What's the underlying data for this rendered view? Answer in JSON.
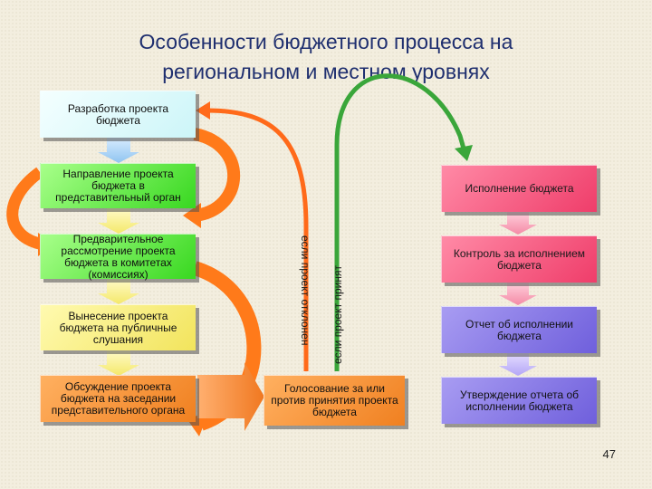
{
  "title_line1": "Особенности бюджетного процесса на",
  "title_line2": "региональном и местном уровнях",
  "left_steps": [
    "Разработка проекта бюджета",
    "Направление проекта бюджета в представительный орган",
    "Предварительное рассмотрение проекта бюджета в комитетах (комиссиях)",
    "Вынесение проекта бюджета на публичные слушания",
    "Обсуждение проекта бюджета на заседании представительного органа"
  ],
  "vote_box": "Голосование за или против принятия проекта бюджета",
  "rejected_label": "если проект отклонен",
  "accepted_label": "если проект принят",
  "right_steps": [
    "Исполнение бюджета",
    "Контроль за исполнением бюджета",
    "Отчет об исполнении бюджета",
    "Утверждение отчета об исполнении бюджета"
  ],
  "page_number": "47",
  "colors": {
    "title": "#1f2f6f",
    "step1": "#ccf5f8",
    "step2": "#38d820",
    "step3": "#38d820",
    "step4": "#f2e45c",
    "step5": "#f08020",
    "right1": "#ef3d6a",
    "right2": "#ef3d6a",
    "right3": "#6f5fdc",
    "right4": "#6f5fdc",
    "rejected_arrow": "#ff6a1a",
    "accepted_arrow": "#3aa63a"
  }
}
